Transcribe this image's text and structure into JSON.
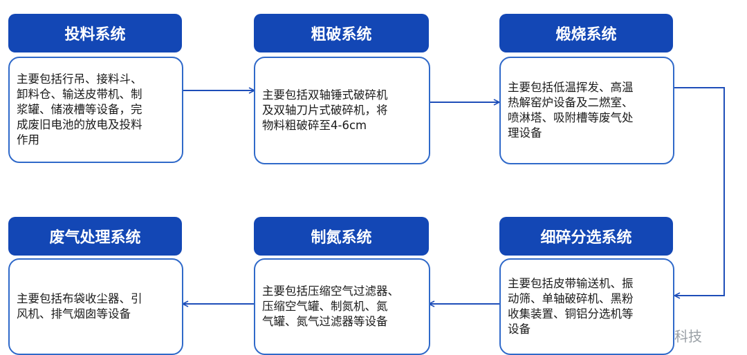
{
  "colors": {
    "header_fill": "#1347b5",
    "border": "#2f69c9",
    "arrow": "#1d4db8",
    "text": "#1a1a1a"
  },
  "nodes": [
    {
      "title": "投料系统",
      "description": "主要包括行吊、接料斗、\n卸料仓、输送皮带机、制\n浆罐、储液槽等设备，完\n成废旧电池的放电及投料\n作用"
    },
    {
      "title": "粗破系统",
      "description": "主要包括双轴锤式破碎机\n及双轴刀片式破碎机，将\n物料粗破碎至4-6cm"
    },
    {
      "title": "煅烧系统",
      "description": "主要包括低温挥发、高温\n热解窑炉设备及二燃室、\n喷淋塔、吸附槽等废气处\n理设备"
    },
    {
      "title": "细碎分选系统",
      "description": "主要包括皮带输送机、振\n动筛、单轴破碎机、黑粉\n收集装置、铜铝分选机等\n设备"
    },
    {
      "title": "制氮系统",
      "description": "主要包括压缩空气过滤器、\n压缩空气罐、制氮机、氮\n气罐、氮气过滤器等设备"
    },
    {
      "title": "废气处理系统",
      "description": "主要包括布袋收尘器、引\n风机、排气烟囱等设备"
    }
  ],
  "watermark": {
    "text": "宏工科技",
    "icon": "wechat-icon"
  }
}
